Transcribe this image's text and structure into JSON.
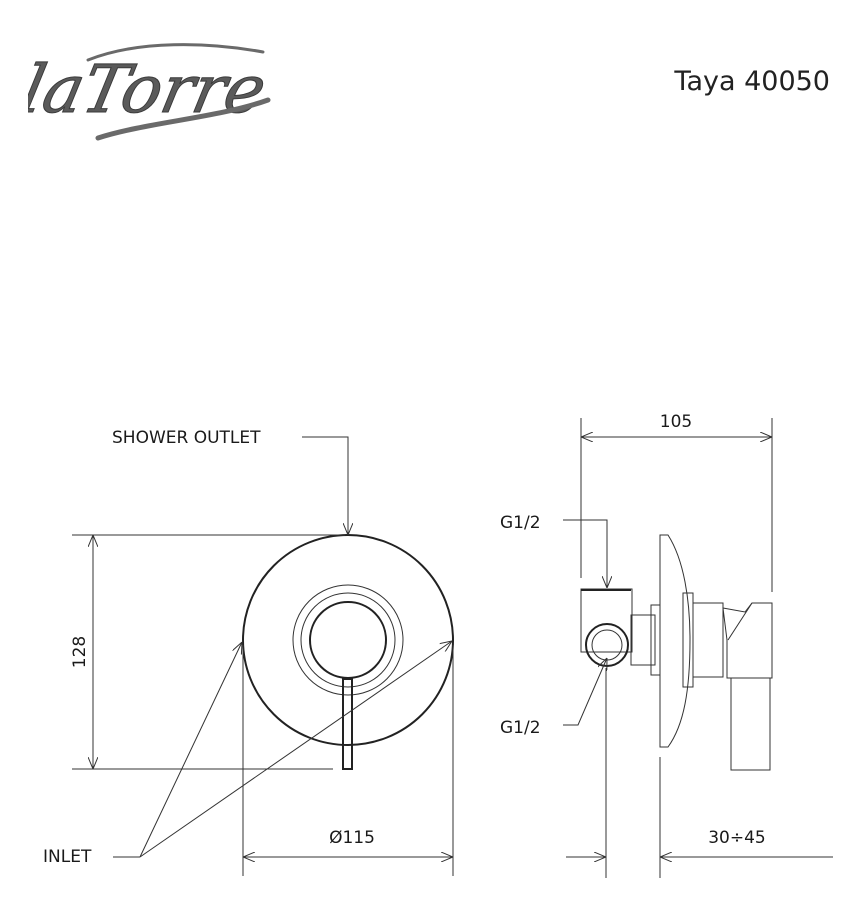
{
  "header": {
    "brand_logo_text": "laTorre",
    "product_title": "Taya 40050"
  },
  "front_view": {
    "outlet_label": "SHOWER OUTLET",
    "inlet_label": "INLET",
    "height_dimension": "128",
    "diameter_dimension": "Ø115"
  },
  "side_view": {
    "depth_dimension": "105",
    "top_connection_label": "G1/2",
    "bottom_connection_label": "G1/2",
    "wall_range_dimension": "30÷45"
  }
}
